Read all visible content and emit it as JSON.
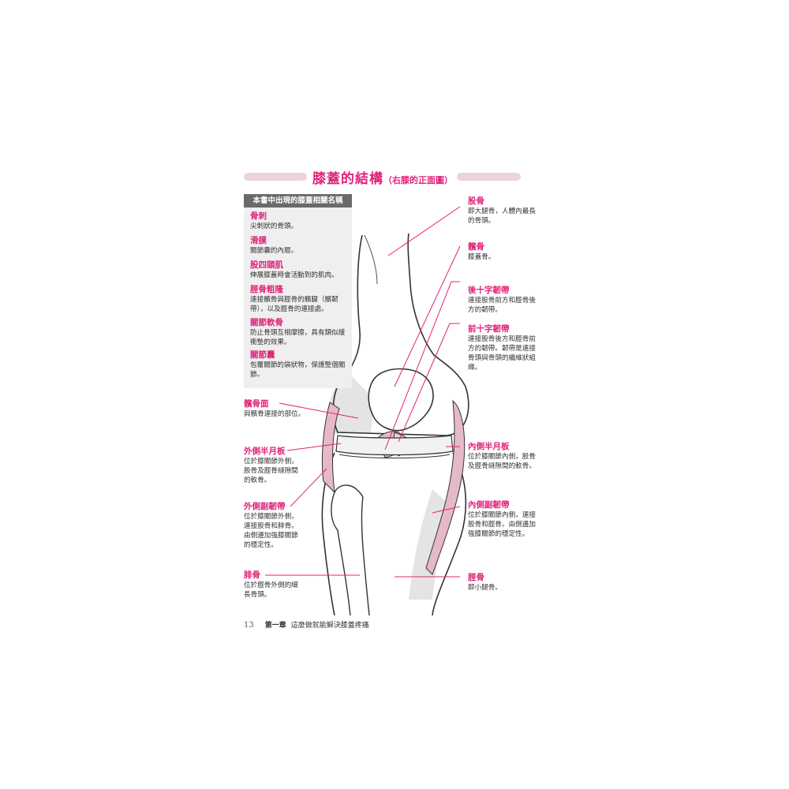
{
  "title": {
    "main": "膝蓋的結構",
    "sub": "（右膝的正面圖）"
  },
  "glossary": {
    "header": "本書中出現的膝蓋相關名稱",
    "items": [
      {
        "term": "骨刺",
        "desc": "尖刺狀的骨頭。"
      },
      {
        "term": "滑膜",
        "desc": "關節囊的內層。"
      },
      {
        "term": "股四頭肌",
        "desc": "伸展膝蓋時會活動到的肌肉。"
      },
      {
        "term": "脛骨粗隆",
        "desc": "連接髕骨與脛骨的髕腱（髕韌帶），以及脛骨的連接處。"
      },
      {
        "term": "關節軟骨",
        "desc": "防止骨頭互相摩擦，具有類似緩衝墊的效果。"
      },
      {
        "term": "關節囊",
        "desc": "包覆關節的袋狀物，保護整個關節。"
      }
    ]
  },
  "labels": {
    "femur": {
      "term": "股骨",
      "desc": "即大腿骨，人體內最長的骨頭。"
    },
    "patella": {
      "term": "髕骨",
      "desc": "膝蓋骨。"
    },
    "pcl": {
      "term": "後十字韌帶",
      "desc": "連接股骨前方和脛骨後方的韌帶。"
    },
    "acl": {
      "term": "前十字韌帶",
      "desc": "連接股骨後方和脛骨前方的韌帶。韌帶是連接骨頭與骨頭的纖維狀組織。"
    },
    "patellar_surface": {
      "term": "髕骨面",
      "desc": "與髕骨連接的部位。"
    },
    "lateral_meniscus": {
      "term": "外側半月板",
      "desc": "位於膝關節外側，股骨及脛骨縫隙間的軟骨。"
    },
    "medial_meniscus": {
      "term": "內側半月板",
      "desc": "位於膝關節內側，股骨及脛骨縫隙間的軟骨。"
    },
    "lateral_collateral": {
      "term": "外側副韌帶",
      "desc": "位於膝關節外側，連接股骨和腓骨。由側邊加強膝關節的穩定性。"
    },
    "medial_collateral": {
      "term": "內側副韌帶",
      "desc": "位於膝關節內側，連接股骨和脛骨。由側邊加強膝關節的穩定性。"
    },
    "fibula": {
      "term": "腓骨",
      "desc": "位於脛骨外側的細長骨頭。"
    },
    "tibia": {
      "term": "脛骨",
      "desc": "即小腿骨。"
    }
  },
  "footer": {
    "page": "13",
    "chapter": "第一章",
    "text": "這麼做就能解決膝蓋疼痛"
  },
  "colors": {
    "accent": "#e0227a",
    "ligament": "#e6b9c9",
    "bar": "#ecd3dd"
  }
}
